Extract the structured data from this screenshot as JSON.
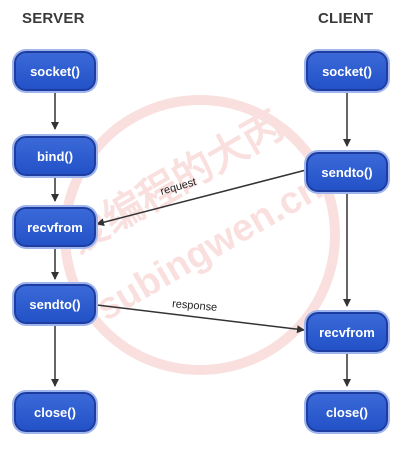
{
  "columns": {
    "server": "SERVER",
    "client": "CLIENT"
  },
  "server_nodes": {
    "socket": "socket()",
    "bind": "bind()",
    "recvfrom": "recvfrom",
    "sendto": "sendto()",
    "close": "close()"
  },
  "client_nodes": {
    "socket": "socket()",
    "sendto": "sendto()",
    "recvfrom": "recvfrom",
    "close": "close()"
  },
  "edges": {
    "request": "request",
    "response": "response"
  },
  "watermark": {
    "text_cn": "爱编程的大丙",
    "url": "subingwen.cn"
  },
  "colors": {
    "node_fill": "#2d5ccf",
    "node_border": "#1d3ea0",
    "node_glow": "#9db4ee",
    "arrow": "#333333",
    "watermark": "#e0453b"
  }
}
